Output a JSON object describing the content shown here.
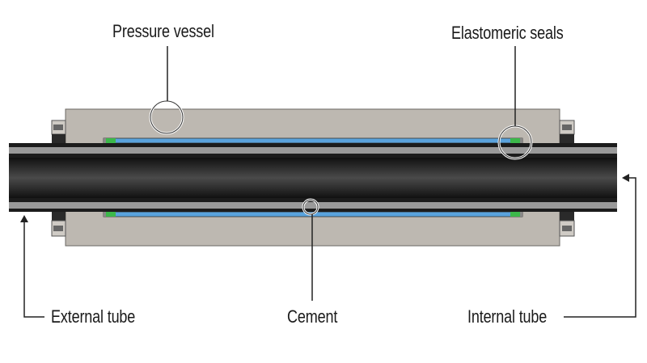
{
  "title": "Pressure vessel cement test cell cross-section",
  "labels": {
    "pressure_vessel": "Pressure vessel",
    "elastomeric_seals": "Elastomeric seals",
    "external_tube": "External tube",
    "cement": "Cement",
    "internal_tube": "Internal tube"
  },
  "colors": {
    "vessel": "#bdb8b1",
    "cement": "#5aa3dd",
    "seal": "#3cb84a",
    "tube_dark": "#1c1c1c",
    "tube_band": "#9a9a9a",
    "leader": "#222222"
  }
}
